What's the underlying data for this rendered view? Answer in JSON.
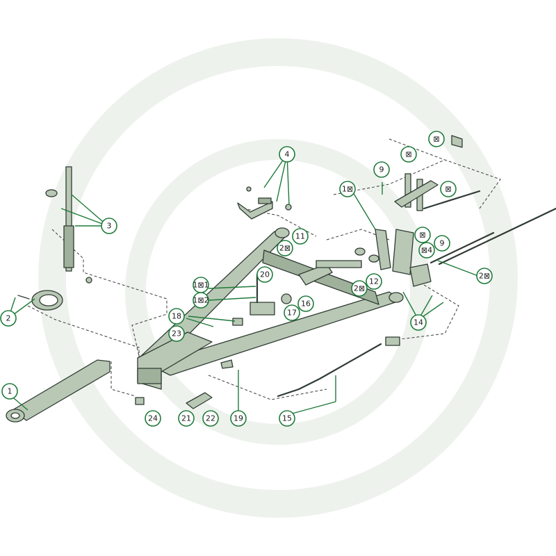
{
  "watermark": {
    "color": "#e9efe8"
  },
  "colors": {
    "part": "#b9c8b5",
    "leader": "#1f7a3a",
    "outline": "#2f3b33"
  },
  "callouts": [
    {
      "label": "1"
    },
    {
      "label": "2"
    },
    {
      "label": "3"
    },
    {
      "label": "4"
    },
    {
      "label": "9"
    },
    {
      "label": "9"
    },
    {
      "label": "11"
    },
    {
      "label": "12"
    },
    {
      "label": "14"
    },
    {
      "label": "15"
    },
    {
      "label": "16"
    },
    {
      "label": "17"
    },
    {
      "label": "18"
    },
    {
      "label": "19"
    },
    {
      "label": "20"
    },
    {
      "label": "21"
    },
    {
      "label": "22"
    },
    {
      "label": "23"
    },
    {
      "label": "24"
    },
    {
      "label": "1⊠"
    },
    {
      "label": "2⊠"
    },
    {
      "label": "2⊠"
    },
    {
      "label": "2⊠"
    },
    {
      "label": "1⊠1"
    },
    {
      "label": "1⊠2"
    },
    {
      "label": "⊠"
    },
    {
      "label": "⊠"
    },
    {
      "label": "⊠"
    },
    {
      "label": "⊠"
    },
    {
      "label": "⊠4"
    }
  ]
}
